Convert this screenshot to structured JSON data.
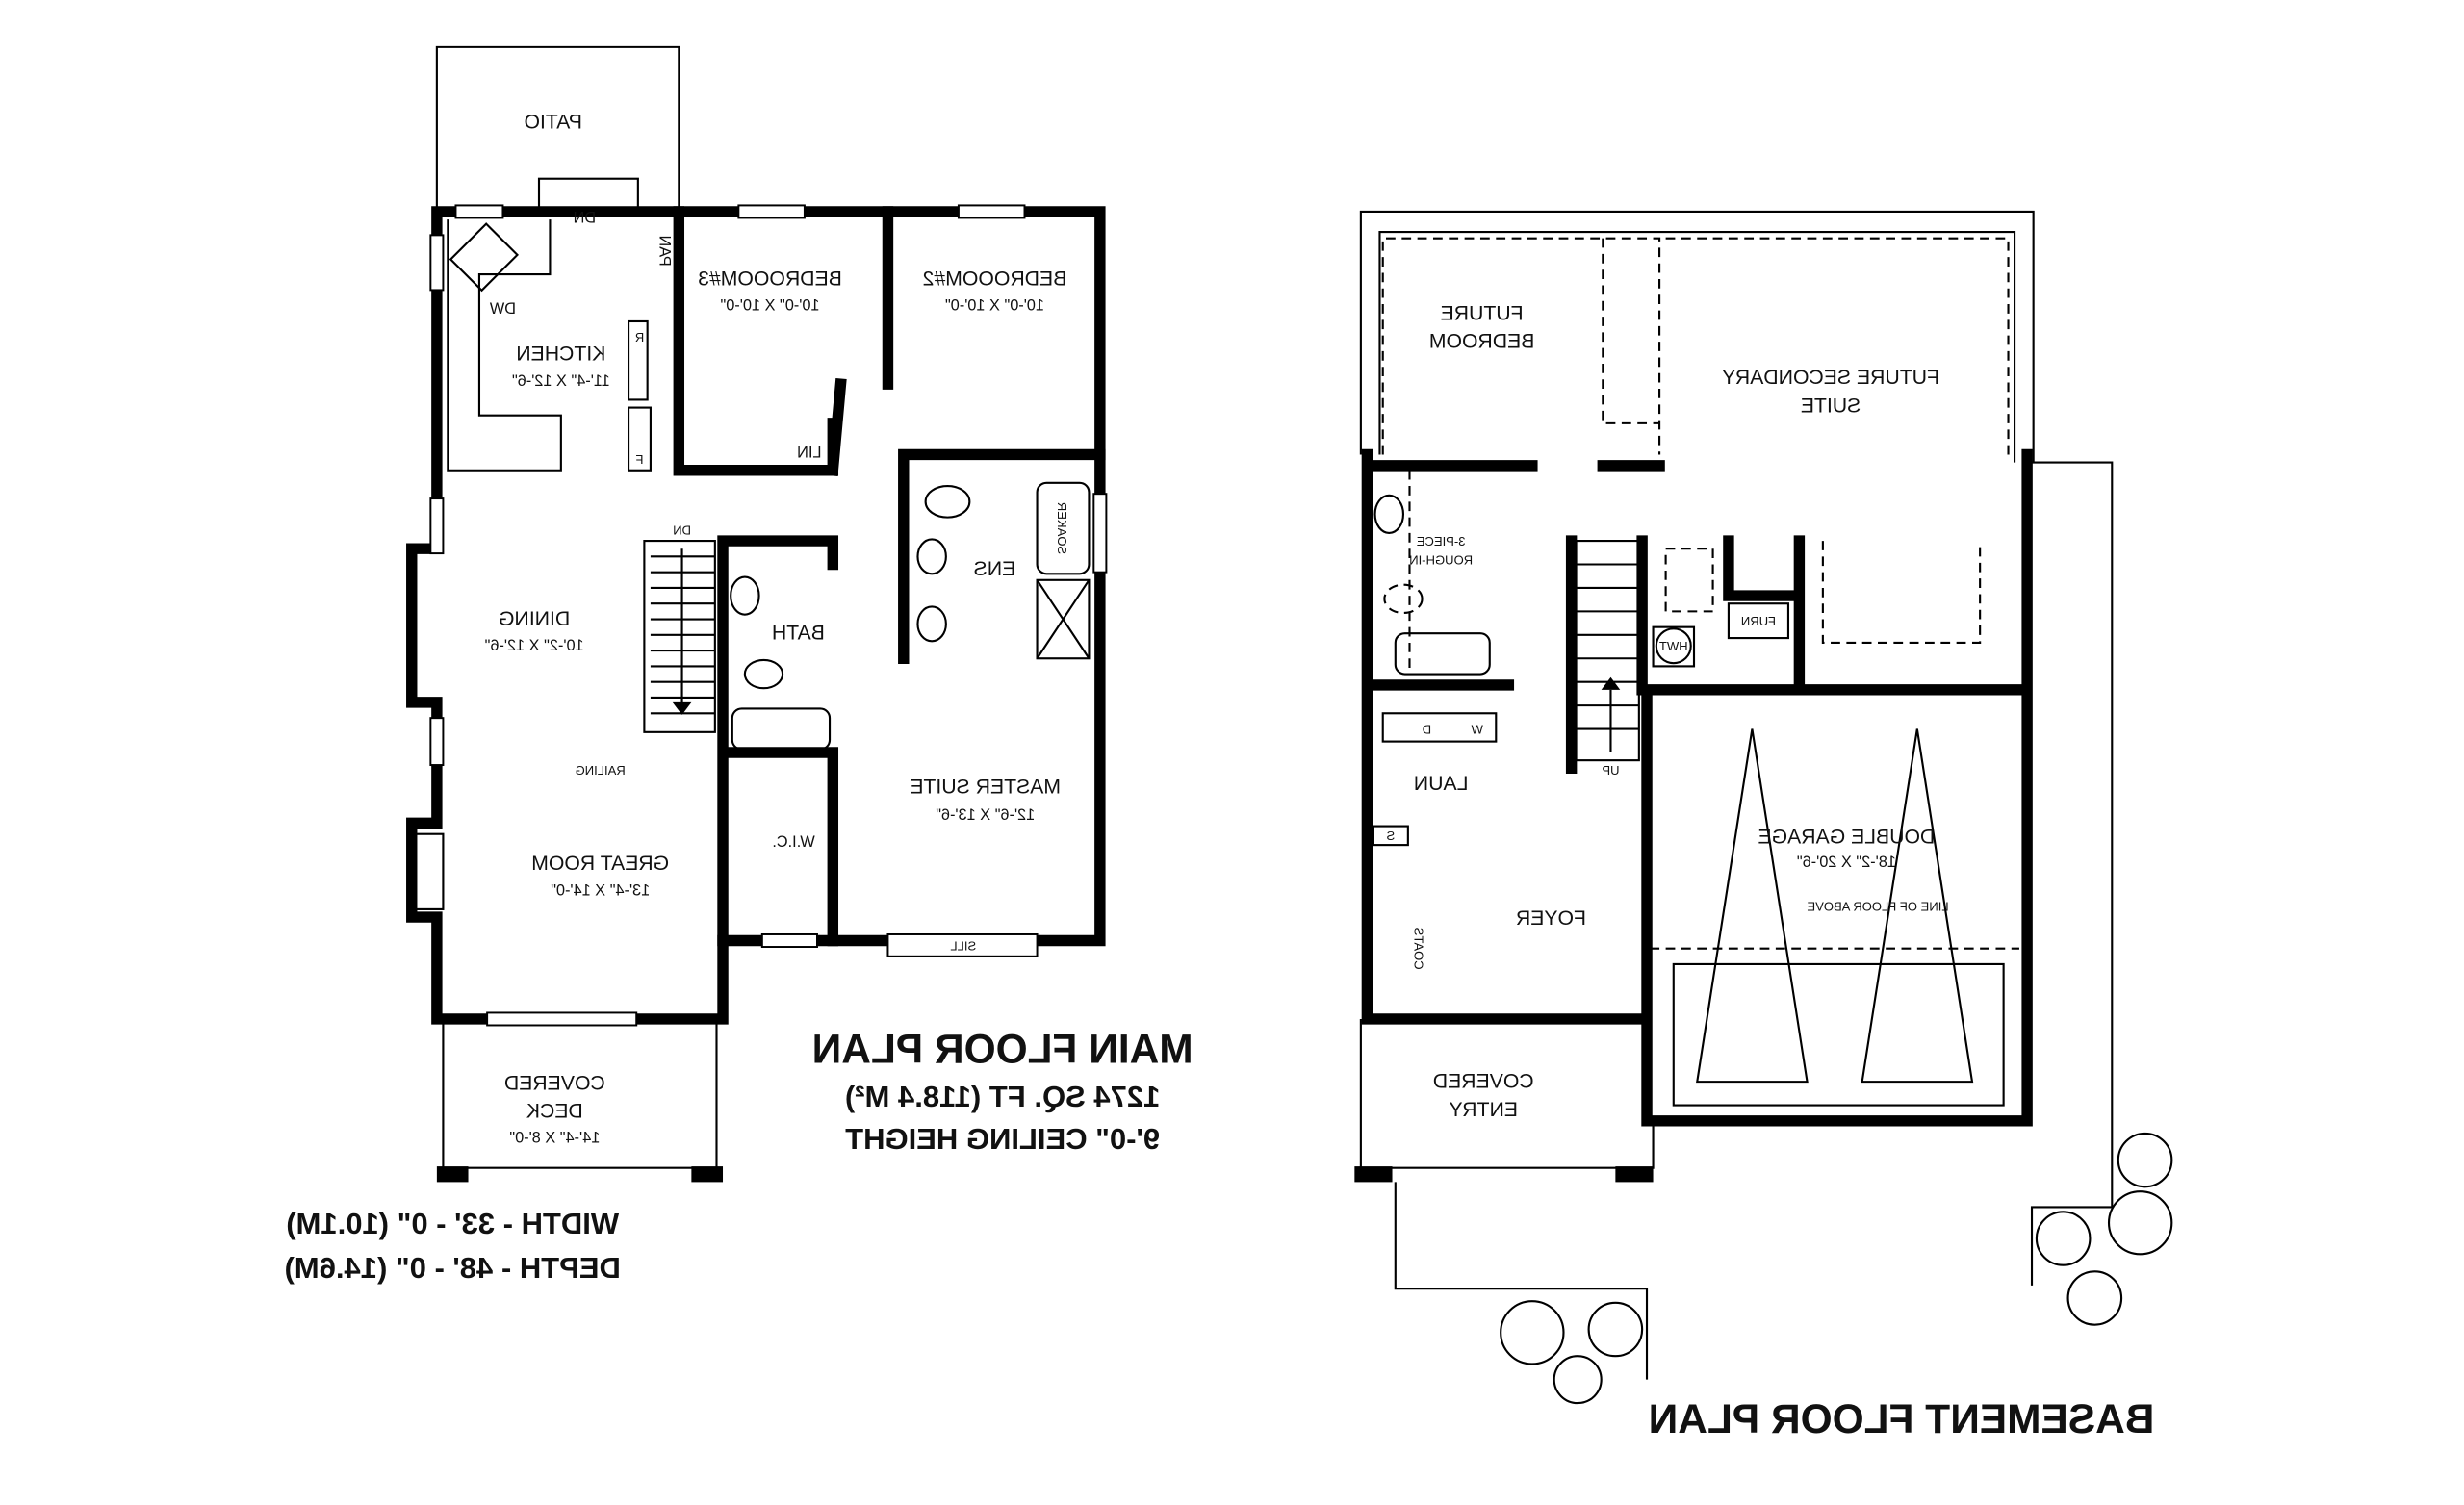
{
  "main_floor": {
    "title": "MAIN FLOOR PLAN",
    "area": "1274 SQ. FT (118.4 M²)",
    "ceiling": "9'-0\" CEILING HEIGHT",
    "width": "WIDTH - 33' - 0\" (10.1M)",
    "depth": "DEPTH - 48' - 0\" (14.6M)",
    "rooms": {
      "patio": "PATIO",
      "dn_top": "DN",
      "pantry": "PAN",
      "bedroom3": "BEDROOOM#3",
      "bedroom3_size": "10'-0\" X 10'-0\"",
      "bedroom2": "BEDROOOM#2",
      "bedroom2_size": "10'-0\" X 10'-0\"",
      "kitchen": "KITCHEN",
      "kitchen_size": "11'-4\" X 12'-6\"",
      "dw": "DW",
      "r": "R",
      "f": "F",
      "lin": "LIN",
      "ens": "ENS",
      "soaker": "SOAKER",
      "dn_stair": "DN",
      "dining": "DINING",
      "dining_size": "10'-2\" X 12'-6\"",
      "bath": "BATH",
      "railing": "RAILING",
      "master": "MASTER SUITE",
      "master_size": "12'-6\" X 13'-6\"",
      "wic": "W.I.C.",
      "great_room": "GREAT ROOM",
      "great_room_size": "13'-4\" X 14'-0\"",
      "sill": "SILL",
      "deck_1": "COVERED",
      "deck_2": "DECK",
      "deck_size": "14'-4\" X 8'-0\""
    }
  },
  "basement": {
    "title": "BASEMENT FLOOR PLAN",
    "rooms": {
      "future_bedroom_1": "FUTURE",
      "future_bedroom_2": "BEDROOM",
      "future_suite_1": "FUTURE SECONDARY",
      "future_suite_2": "SUITE",
      "rough_in_1": "3-PIECE",
      "rough_in_2": "ROUGH-IN",
      "hwt": "HWT",
      "furn": "FURN",
      "w": "W",
      "d": "D",
      "laun": "LAUN",
      "s": "S",
      "garage": "DOUBLE GARAGE",
      "garage_size": "18'-2\" X 20'-6\"",
      "floor_above": "LINE OF FLOOR ABOVE",
      "foyer": "FOYER",
      "coats": "COATS",
      "up": "UP",
      "entry_1": "COVERED",
      "entry_2": "ENTRY"
    }
  },
  "mirrored": true,
  "colors": {
    "ink": "#000000",
    "paper": "#ffffff"
  }
}
